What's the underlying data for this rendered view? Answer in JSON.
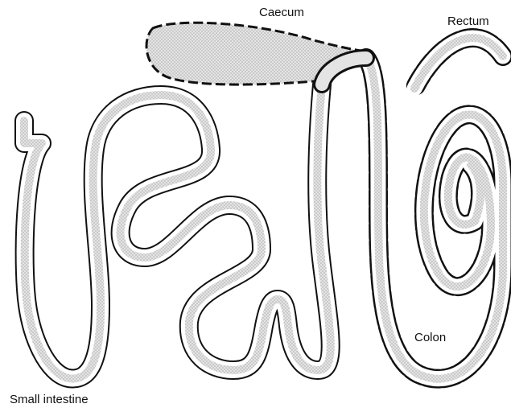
{
  "labels": {
    "caecum": "Caecum",
    "rectum": "Rectum",
    "colon": "Colon",
    "small_intestine": "Small intestine"
  },
  "colors": {
    "fill": "#d6d6d6",
    "outline": "#111111",
    "background": "#ffffff"
  }
}
